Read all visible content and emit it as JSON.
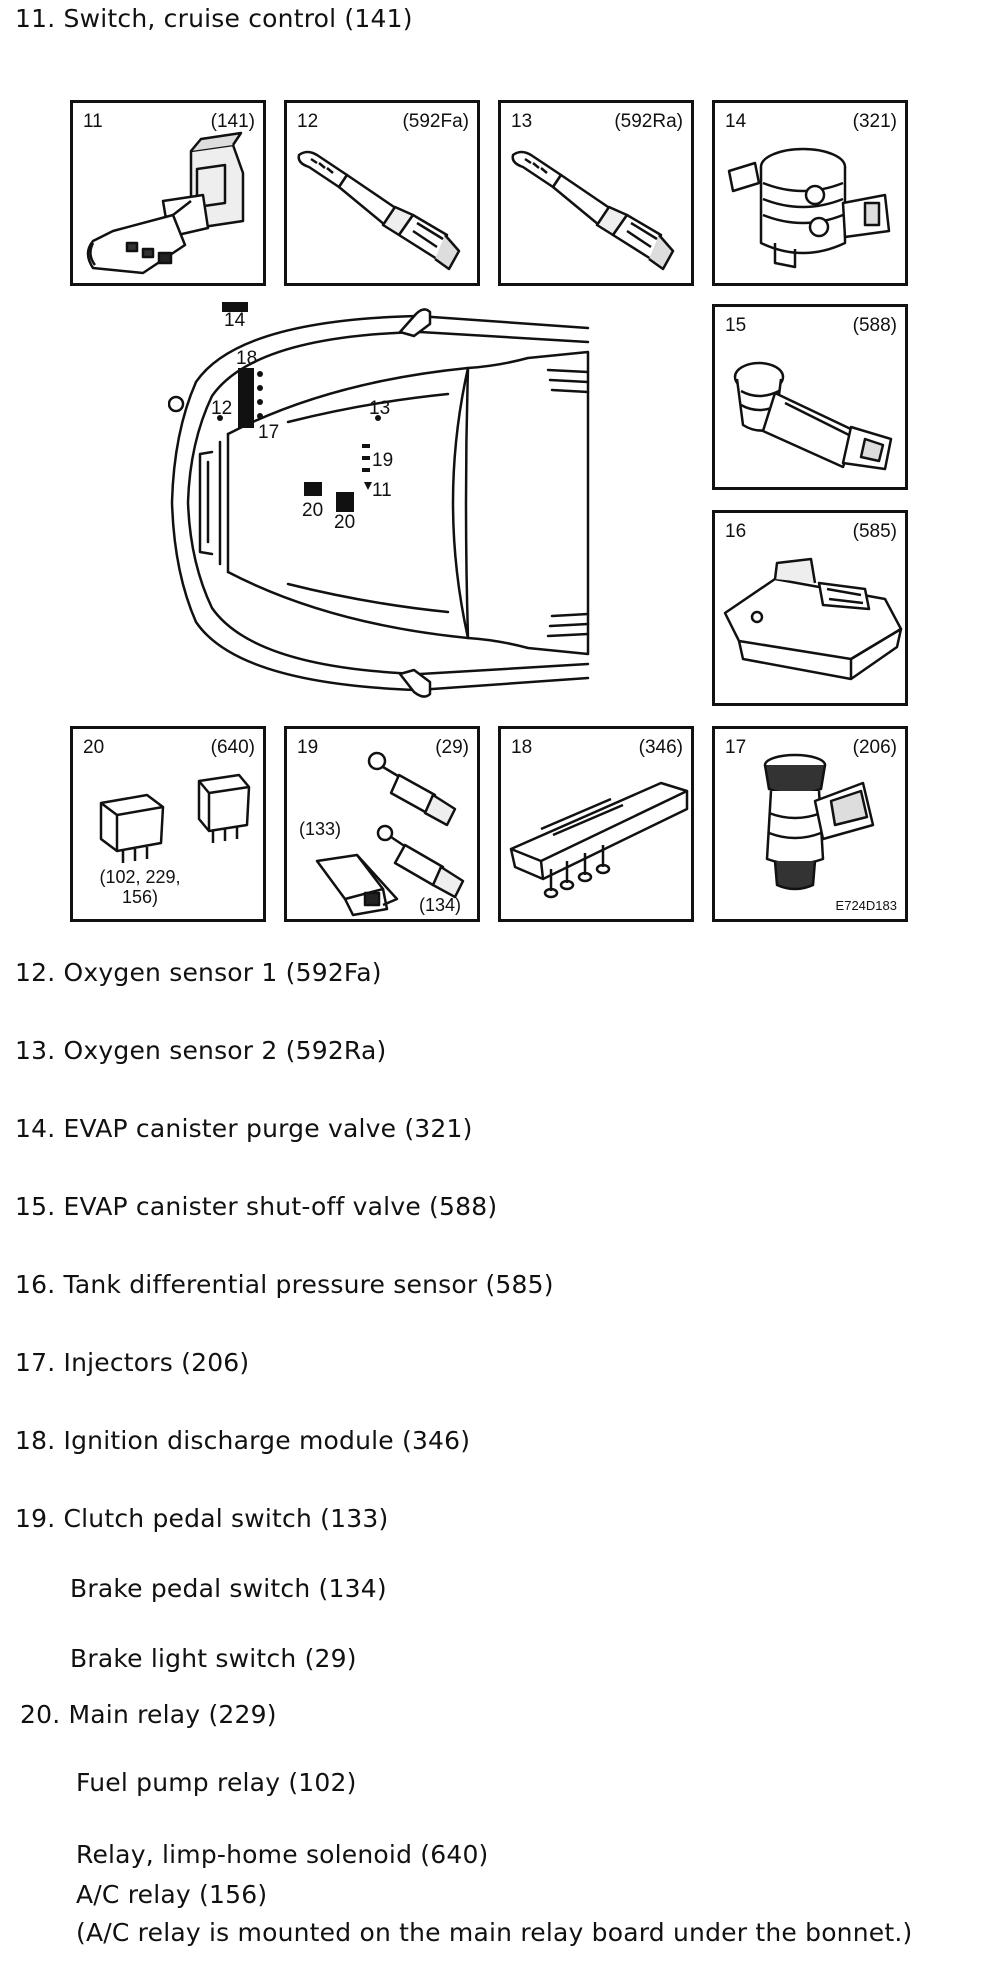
{
  "heading": "11. Switch, cruise control (141)",
  "panels": {
    "p11": {
      "num": "11",
      "code": "(141)"
    },
    "p12": {
      "num": "12",
      "code": "(592Fa)"
    },
    "p13": {
      "num": "13",
      "code": "(592Ra)"
    },
    "p14": {
      "num": "14",
      "code": "(321)"
    },
    "p15": {
      "num": "15",
      "code": "(588)"
    },
    "p16": {
      "num": "16",
      "code": "(585)"
    },
    "p20": {
      "num": "20",
      "code": "(640)",
      "sub": "(102, 229,\n156)"
    },
    "p19": {
      "num": "19",
      "code": "(29)",
      "sub1": "(133)",
      "sub2": "(134)"
    },
    "p18": {
      "num": "18",
      "code": "(346)"
    },
    "p17": {
      "num": "17",
      "code": "(206)",
      "ref": "E724D183"
    }
  },
  "map_labels": {
    "l14": "14",
    "l18": "18",
    "l12": "12",
    "l17": "17",
    "l13": "13",
    "l19": "19",
    "l11": "11",
    "l20a": "20",
    "l20b": "20"
  },
  "items": [
    "12. Oxygen sensor 1 (592Fa)",
    "13. Oxygen sensor 2 (592Ra)",
    "14. EVAP canister purge valve (321)",
    "15. EVAP canister shut-off valve (588)",
    "16. Tank differential pressure sensor (585)",
    "17. Injectors (206)",
    "18. Ignition discharge module (346)",
    "19. Clutch pedal switch (133)",
    "Brake pedal switch (134)",
    "Brake light switch (29)",
    "20. Main relay (229)",
    "Fuel pump relay (102)",
    "Relay, limp-home solenoid (640)",
    "A/C relay (156)",
    "(A/C relay is mounted on the main relay board under the bonnet.)"
  ]
}
